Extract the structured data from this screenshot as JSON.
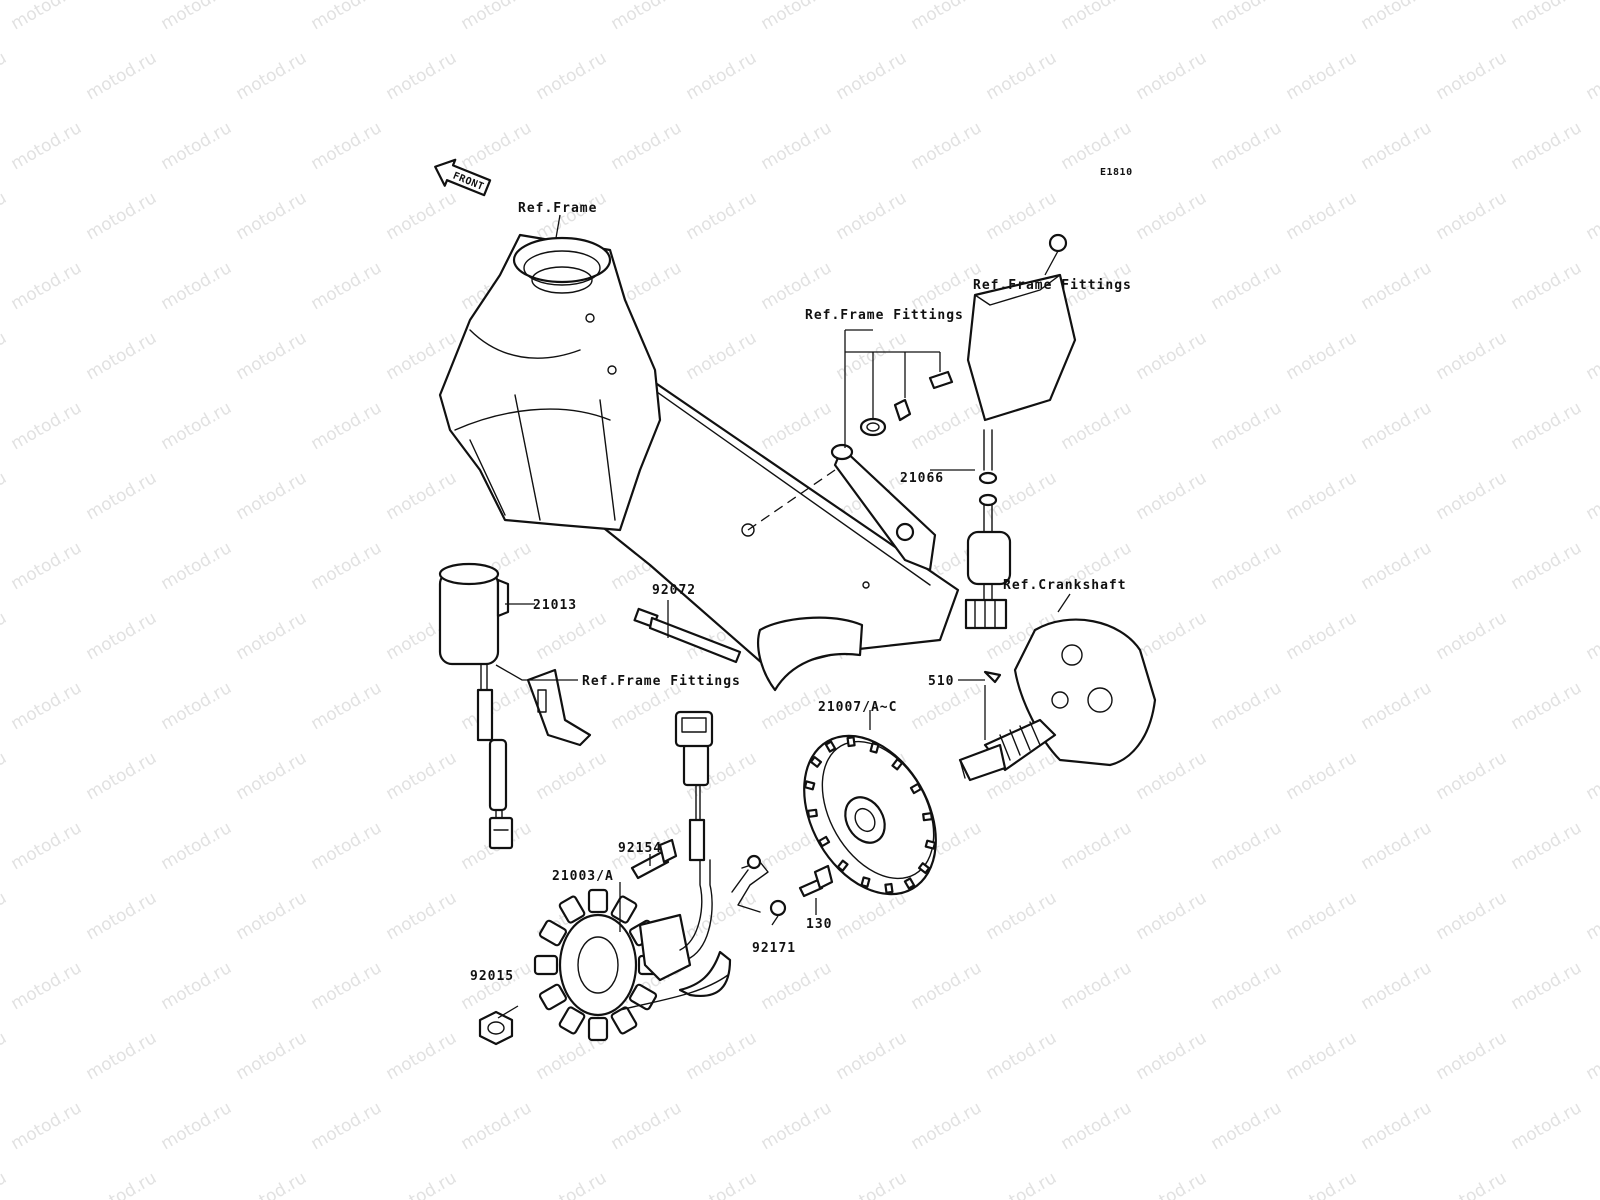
{
  "diagram_id": "E1810",
  "front_label": "FRONT",
  "watermark": "motod.ru",
  "labels": {
    "ref_frame": "Ref.Frame",
    "ref_frame_fittings_top": "Ref.Frame Fittings",
    "ref_frame_fittings_mid": "Ref.Frame Fittings",
    "ref_frame_fittings_low": "Ref.Frame Fittings",
    "ref_crankshaft": "Ref.Crankshaft",
    "p21066": "21066",
    "p21013": "21013",
    "p92072": "92072",
    "p510": "510",
    "p21007": "21007/A~C",
    "p92154": "92154",
    "p21003": "21003/A",
    "p130": "130",
    "p92171": "92171",
    "p92015": "92015"
  }
}
